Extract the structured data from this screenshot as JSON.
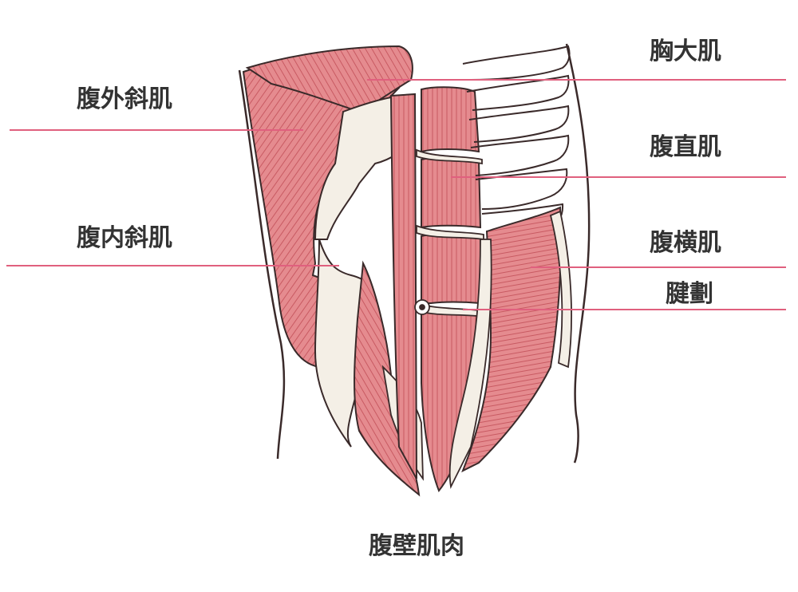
{
  "labels": {
    "external_oblique": "腹外斜肌",
    "internal_oblique": "腹内斜肌",
    "pectoralis_major": "胸大肌",
    "rectus_abdominis": "腹直肌",
    "transversus_abdominis": "腹横肌",
    "tendinous_intersection": "腱劃"
  },
  "title": "腹壁肌肉",
  "colors": {
    "muscle": "#e58b8f",
    "muscle_dark": "#c85a62",
    "tendon": "#f4efe6",
    "outline": "#3a2a2a",
    "leader_line": "#e0607e",
    "label_text": "#333333"
  }
}
